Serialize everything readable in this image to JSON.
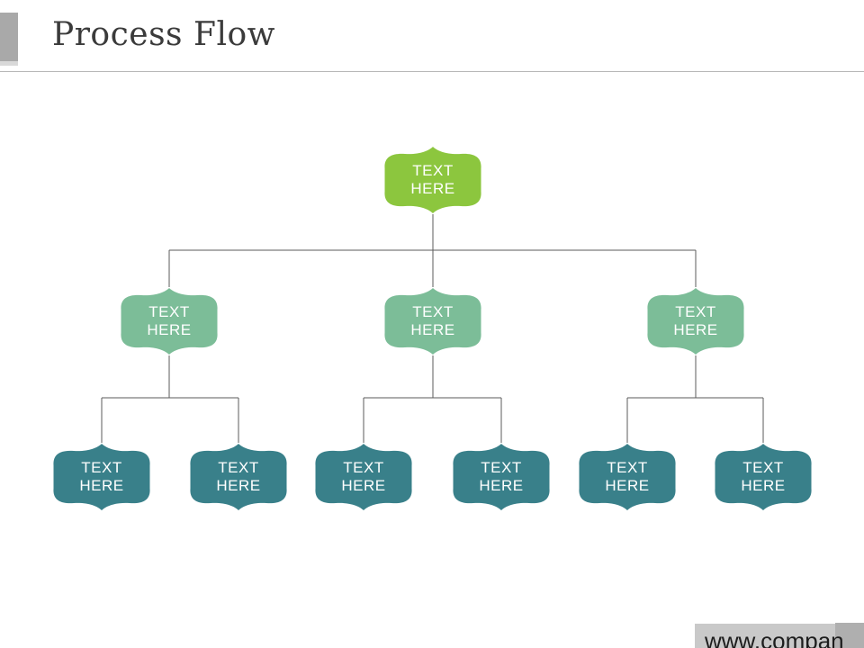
{
  "slide": {
    "title": "Process Flow",
    "background_color": "#ffffff",
    "accent_color": "#a9a9a9",
    "title_color": "#3b3b3b",
    "footer": {
      "website_text": "www.compan",
      "bar_color": "#c9c9c9",
      "dark_block_color": "#afafaf"
    }
  },
  "diagram": {
    "type": "tree",
    "connector_color": "#5b5b5b",
    "levels": [
      {
        "name": "top",
        "color": "#8cc63e",
        "nodes": [
          {
            "label": "TEXT HERE"
          }
        ]
      },
      {
        "name": "middle",
        "color": "#7cbd98",
        "nodes": [
          {
            "label": "TEXT HERE"
          },
          {
            "label": "TEXT HERE"
          },
          {
            "label": "TEXT HERE"
          }
        ]
      },
      {
        "name": "bottom",
        "color": "#39808a",
        "nodes": [
          {
            "label": "TEXT HERE"
          },
          {
            "label": "TEXT HERE"
          },
          {
            "label": "TEXT HERE"
          },
          {
            "label": "TEXT HERE"
          },
          {
            "label": "TEXT HERE"
          },
          {
            "label": "TEXT HERE"
          }
        ]
      }
    ]
  }
}
